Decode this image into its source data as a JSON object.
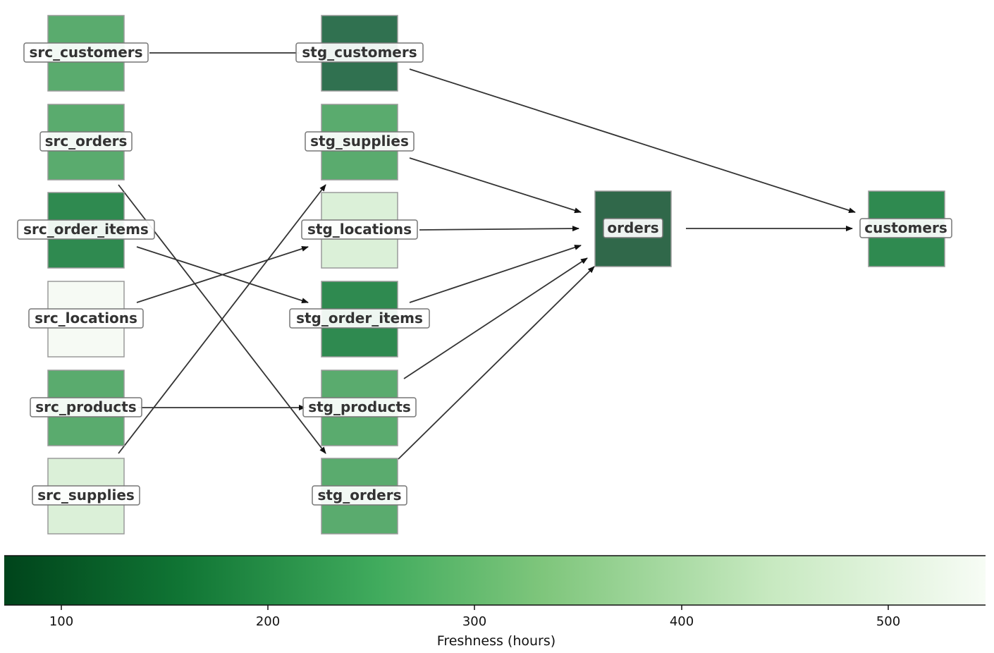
{
  "diagram": {
    "nodes": [
      {
        "id": "src_customers",
        "label": "src_customers",
        "color": "#5aab6e"
      },
      {
        "id": "src_orders",
        "label": "src_orders",
        "color": "#5aab6e"
      },
      {
        "id": "src_order_items",
        "label": "src_order_items",
        "color": "#2f8a50"
      },
      {
        "id": "src_locations",
        "label": "src_locations",
        "color": "#f6faf4"
      },
      {
        "id": "src_products",
        "label": "src_products",
        "color": "#5aab6e"
      },
      {
        "id": "src_supplies",
        "label": "src_supplies",
        "color": "#dbf0d8"
      },
      {
        "id": "stg_customers",
        "label": "stg_customers",
        "color": "#307150"
      },
      {
        "id": "stg_supplies",
        "label": "stg_supplies",
        "color": "#5aab6e"
      },
      {
        "id": "stg_locations",
        "label": "stg_locations",
        "color": "#dbf0d8"
      },
      {
        "id": "stg_order_items",
        "label": "stg_order_items",
        "color": "#2f8a50"
      },
      {
        "id": "stg_products",
        "label": "stg_products",
        "color": "#5aab6e"
      },
      {
        "id": "stg_orders",
        "label": "stg_orders",
        "color": "#5aab6e"
      },
      {
        "id": "orders",
        "label": "orders",
        "color": "#30684a"
      },
      {
        "id": "customers",
        "label": "customers",
        "color": "#2f8a50"
      }
    ],
    "edges": [
      {
        "from": "src_customers",
        "to": "stg_customers"
      },
      {
        "from": "src_orders",
        "to": "stg_orders"
      },
      {
        "from": "src_order_items",
        "to": "stg_order_items"
      },
      {
        "from": "src_locations",
        "to": "stg_locations"
      },
      {
        "from": "src_products",
        "to": "stg_products"
      },
      {
        "from": "src_supplies",
        "to": "stg_supplies"
      },
      {
        "from": "stg_customers",
        "to": "customers"
      },
      {
        "from": "stg_supplies",
        "to": "orders"
      },
      {
        "from": "stg_locations",
        "to": "orders"
      },
      {
        "from": "stg_order_items",
        "to": "orders"
      },
      {
        "from": "stg_products",
        "to": "orders"
      },
      {
        "from": "stg_orders",
        "to": "orders"
      },
      {
        "from": "orders",
        "to": "customers"
      }
    ]
  },
  "colorbar": {
    "label": "Freshness (hours)",
    "ticks": [
      "100",
      "200",
      "300",
      "400",
      "500"
    ],
    "colors": {
      "dark": "#00441b",
      "mid_dark": "#107534",
      "mid": "#40ab5d",
      "mid_light": "#7fc67c",
      "light": "#c7e9c0",
      "lightest": "#f7fcf5"
    }
  }
}
